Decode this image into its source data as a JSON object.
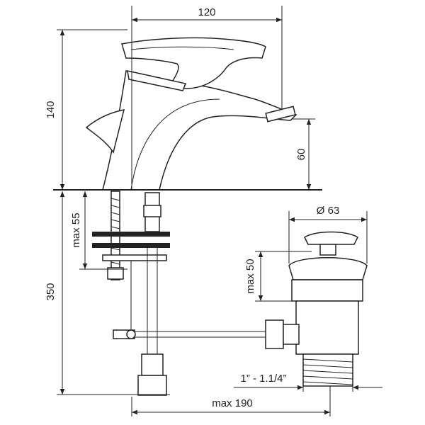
{
  "drawing": {
    "dimensions": {
      "width_top": "120",
      "height_total": "140",
      "spout_height": "60",
      "max_under_counter": "max 55",
      "hose_length": "350",
      "drain_diameter": "Ø 63",
      "drain_max_height": "max 50",
      "thread_size": "1” - 1.1/4”",
      "max_reach": "max 190"
    }
  }
}
